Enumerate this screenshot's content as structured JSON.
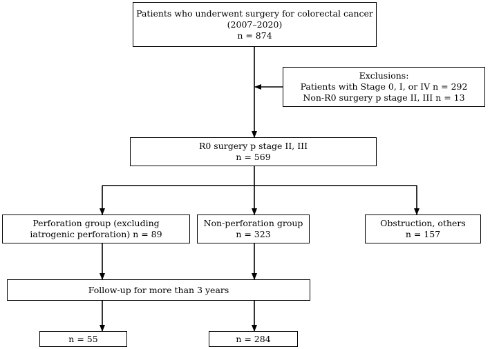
{
  "flowchart": {
    "source": {
      "lines": [
        "Patients who underwent surgery for colorectal cancer",
        "(2007–2020)",
        "n = 874"
      ]
    },
    "exclusions": {
      "lines": [
        "Exclusions:",
        "Patients with Stage 0, I, or IV n = 292",
        "Non-R0 surgery p stage II, III n = 13"
      ]
    },
    "r0": {
      "lines": [
        "R0 surgery p stage  II, III",
        "n = 569"
      ]
    },
    "perforation": {
      "lines": [
        "Perforation group (excluding",
        "iatrogenic perforation) n = 89"
      ]
    },
    "non_perforation": {
      "lines": [
        "Non-perforation group",
        "n = 323"
      ]
    },
    "obstruction": {
      "lines": [
        "Obstruction, others",
        "n = 157"
      ]
    },
    "followup": {
      "label": "Follow-up for more than 3 years"
    },
    "final_perforation": {
      "label": "n = 55"
    },
    "final_non_perforation": {
      "label": "n = 284"
    }
  }
}
